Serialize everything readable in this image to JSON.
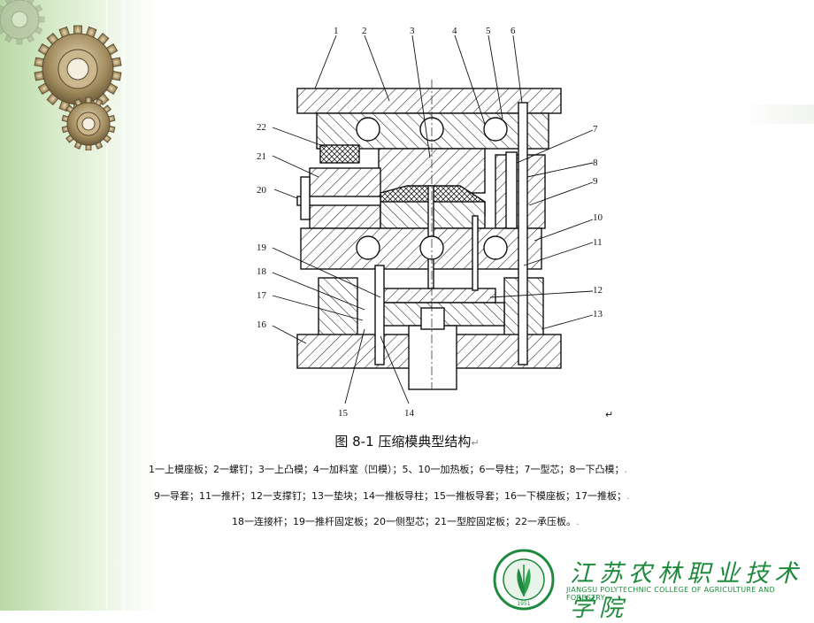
{
  "figure": {
    "caption": "图 8-1  压缩模典型结构",
    "return_mark": "↵",
    "labels": [
      "1",
      "2",
      "3",
      "4",
      "5",
      "6",
      "7",
      "8",
      "9",
      "10",
      "11",
      "12",
      "13",
      "14",
      "15",
      "16",
      "17",
      "18",
      "19",
      "20",
      "21",
      "22"
    ],
    "legend_lines": [
      "1一上模座板；2一螺钉；3一上凸模；4一加料室（凹模）；5、10一加热板；6一导柱；7一型芯；8一下凸模；",
      "9一导套；11一推杆；12一支撑钉；13一垫块；14一推板导柱；15一推板导套；16一下模座板；17一推板；",
      "18一连接杆；19一推杆固定板；20一侧型芯；21一型腔固定板；22一承压板。"
    ],
    "legend_marks": [
      ".",
      ".",
      "."
    ]
  },
  "footer": {
    "school_name_cn": "江苏农林职业技术学院",
    "school_name_en": "JIANGSU POLYTECHNIC COLLEGE OF AGRICULTURE AND FORESTRY",
    "logo_year": "1951"
  },
  "colors": {
    "logo_green": "#1f8a3e",
    "background_green": "#b9d8a6",
    "gear": "#8a7a5a"
  }
}
